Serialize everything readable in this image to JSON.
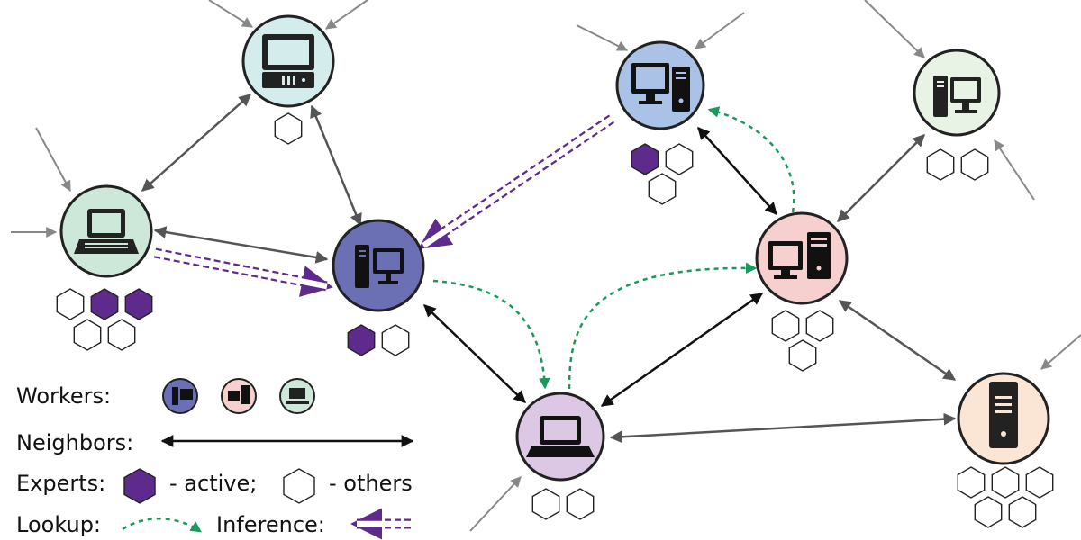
{
  "colors": {
    "inference_worker": "#6b6fb4",
    "storage_worker": "#f6cfcf",
    "laptop_worker": "#cde8d9",
    "teal_worker": "#d4ecec",
    "blue_worker": "#a9c2e6",
    "mint_worker": "#e8f3e6",
    "lilac_worker": "#dcc8e4",
    "peach_worker": "#fbe6d6",
    "active_expert": "#5e2b8c",
    "lookup": "#1a9a5a",
    "inference": "#5e2b8c",
    "neighbor_dark": "#111111",
    "neighbor_gray": "#555555"
  },
  "nodes": [
    {
      "name": "top-desktop-worker",
      "icon": "desktop-tower-icon",
      "fill": "#d4ecec"
    },
    {
      "name": "left-laptop-worker",
      "icon": "laptop-icon",
      "fill": "#cde8d9"
    },
    {
      "name": "center-worker",
      "icon": "desktop-icon",
      "fill": "#6b6fb4"
    },
    {
      "name": "top-right-worker",
      "icon": "desktop-icon",
      "fill": "#a9c2e6"
    },
    {
      "name": "far-right-worker",
      "icon": "desktop-icon",
      "fill": "#e8f3e6"
    },
    {
      "name": "right-worker",
      "icon": "desktop-icon",
      "fill": "#f6cfcf"
    },
    {
      "name": "bottom-laptop-worker",
      "icon": "laptop-icon",
      "fill": "#dcc8e4"
    },
    {
      "name": "server-worker",
      "icon": "server-icon",
      "fill": "#fbe6d6"
    }
  ],
  "legend": {
    "workers_label": "Workers:",
    "neighbors_label": "Neighbors:",
    "experts_label": "Experts:",
    "active_label": "- active;",
    "others_label": "- others",
    "lookup_label": "Lookup:",
    "inference_label": "Inference:"
  }
}
